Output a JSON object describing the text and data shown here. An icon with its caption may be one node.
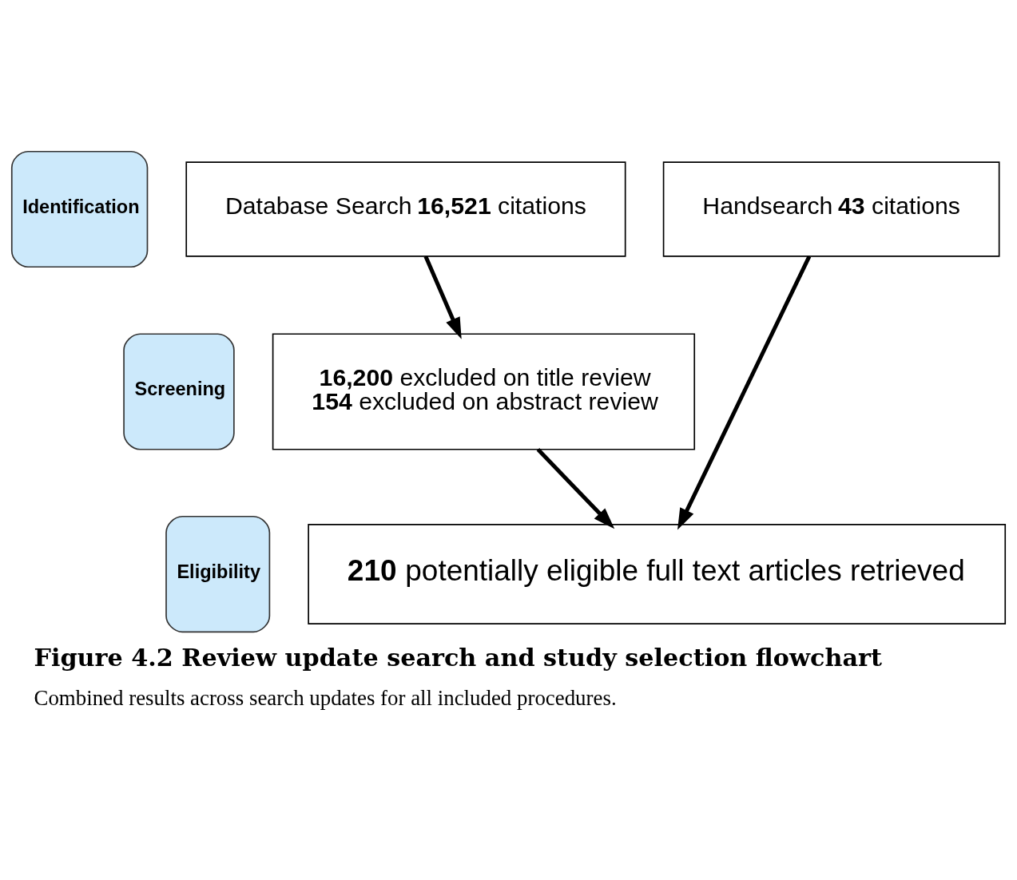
{
  "diagram": {
    "title": "Figure 4.2 Review update search and study selection flowchart",
    "caption": "Combined results across search updates for all included procedures.",
    "nodes": [
      {
        "text": [
          "Identification"
        ]
      },
      {
        "text": [
          "Screening"
        ]
      },
      {
        "text": [
          "Eligibility"
        ]
      },
      {
        "text": [
          "Database Search **16,521** citations"
        ]
      },
      {
        "text": [
          "Handsearch **43** citations"
        ]
      },
      {
        "text": [
          "**16,200** excluded on title review",
          "**154** excluded on abstract review"
        ]
      },
      {
        "text": [
          "**210** potentially eligible full text articles retrieved"
        ]
      }
    ],
    "edges": [
      {
        "from": 3,
        "to": 5,
        "arrow": "to"
      },
      {
        "from": 5,
        "to": 6,
        "arrow": "to"
      },
      {
        "from": 4,
        "to": 6,
        "arrow": "to"
      }
    ]
  }
}
